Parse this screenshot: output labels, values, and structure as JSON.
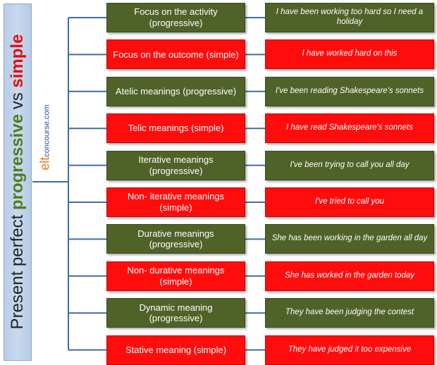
{
  "title": {
    "prefix": "Present perfect ",
    "progressive": "progressive",
    "vs": " vs ",
    "simple": "simple"
  },
  "logo": {
    "elt": "elt",
    "concourse": "concourse.com"
  },
  "colors": {
    "progressive": "#4f6228",
    "simple": "#ff0d0d",
    "connector": "#3f6da6",
    "title_bg": "#c5d6ec"
  },
  "rows": [
    {
      "type": "progressive",
      "meaning": "Focus on the activity\n(progressive)",
      "example": "I have been working too hard so I need a\nholiday"
    },
    {
      "type": "simple",
      "meaning": "Focus on the outcome (simple)",
      "example": "I have worked hard on this"
    },
    {
      "type": "progressive",
      "meaning": "Atelic meanings (progressive)",
      "example": "I've been reading Shakespeare's sonnets"
    },
    {
      "type": "simple",
      "meaning": "Telic meanings (simple)",
      "example": "I have read Shakespeare's sonnets"
    },
    {
      "type": "progressive",
      "meaning": "Iterative meanings\n(progressive)",
      "example": "I've been trying to call you all day"
    },
    {
      "type": "simple",
      "meaning": "Non- iterative meanings\n(simple)",
      "example": "I've tried to call you"
    },
    {
      "type": "progressive",
      "meaning": "Durative meanings\n(progressive)",
      "example": "She has been working in  the garden all day"
    },
    {
      "type": "simple",
      "meaning": "Non- durative meanings\n(simple)",
      "example": "She has worked in the garden today"
    },
    {
      "type": "progressive",
      "meaning": "Dynamic meaning\n(progressive)",
      "example": "They have been judging the contest"
    },
    {
      "type": "simple",
      "meaning": "Stative meaning (simple)",
      "example": "They have judged it too expensive"
    }
  ]
}
